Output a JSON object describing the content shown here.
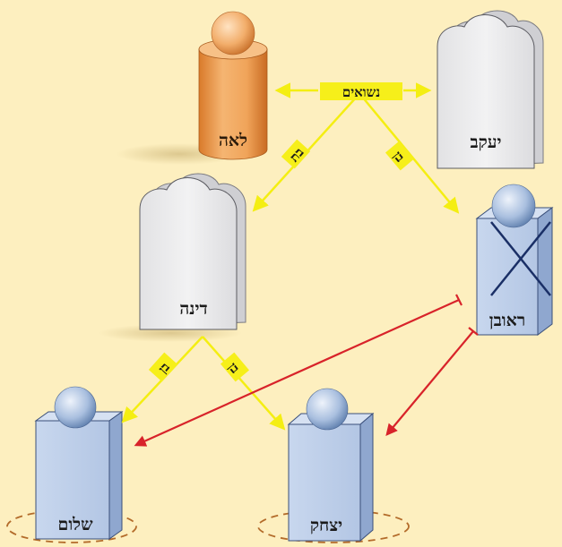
{
  "nodes": {
    "leah": {
      "label": "לאה",
      "kind": "cylinder",
      "color": "#f0a45a"
    },
    "yaakov": {
      "label": "יעקב",
      "kind": "tombstone",
      "color": "#e9e9ea"
    },
    "dina": {
      "label": "דינה",
      "kind": "tombstone",
      "color": "#e9e9ea"
    },
    "reuven": {
      "label": "ראובן",
      "kind": "box-crossed",
      "color": "#b9cbe6"
    },
    "shalom": {
      "label": "שלום",
      "kind": "box",
      "color": "#b9cbe6"
    },
    "yitzhak": {
      "label": "יצחק",
      "kind": "box",
      "color": "#b9cbe6"
    }
  },
  "relations": {
    "marriage": "נשואים",
    "daughter": "בת",
    "son_reuven": "בן",
    "son_shalom": "בן",
    "son_yitzhak": "בן"
  },
  "colors": {
    "background": "#fdefbf",
    "relation_arrow": "#f4ee12",
    "relation_tag": "#f6ef1a",
    "red_arrow": "#d8232a",
    "dashed_ring": "#b36b2a",
    "cross": "#1a2f66"
  }
}
